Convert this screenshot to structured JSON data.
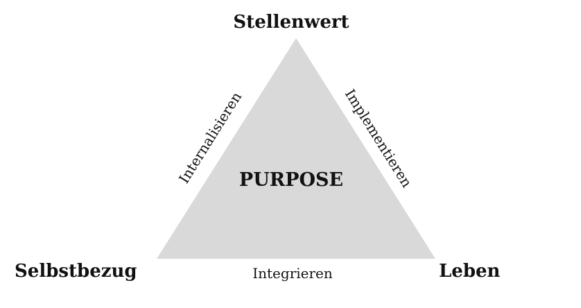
{
  "diagram": {
    "center": "PURPOSE",
    "corners": {
      "top": "Stellenwert",
      "left": "Selbstbezug",
      "right": "Leben"
    },
    "edges": {
      "left": "Internalisieren",
      "right": "Implementieren",
      "bottom": "Integrieren"
    },
    "colors": {
      "triangle_fill": "#d9d9d9",
      "text": "#111111",
      "background": "#ffffff"
    }
  }
}
